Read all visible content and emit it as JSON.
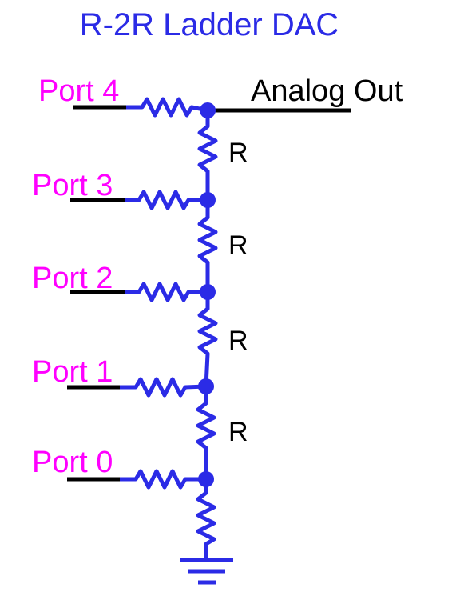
{
  "title": "R-2R Ladder DAC",
  "output_label": "Analog Out",
  "ports": [
    {
      "label": "Port 4"
    },
    {
      "label": "Port 3"
    },
    {
      "label": "Port 2"
    },
    {
      "label": "Port 1"
    },
    {
      "label": "Port 0"
    }
  ],
  "series_resistors": [
    {
      "label": "R"
    },
    {
      "label": "R"
    },
    {
      "label": "R"
    },
    {
      "label": "R"
    }
  ],
  "colors": {
    "title": "#2b2be6",
    "port_label": "#ff00ff",
    "circuit": "#2b2be6",
    "wire": "#000000",
    "text": "#000000"
  }
}
